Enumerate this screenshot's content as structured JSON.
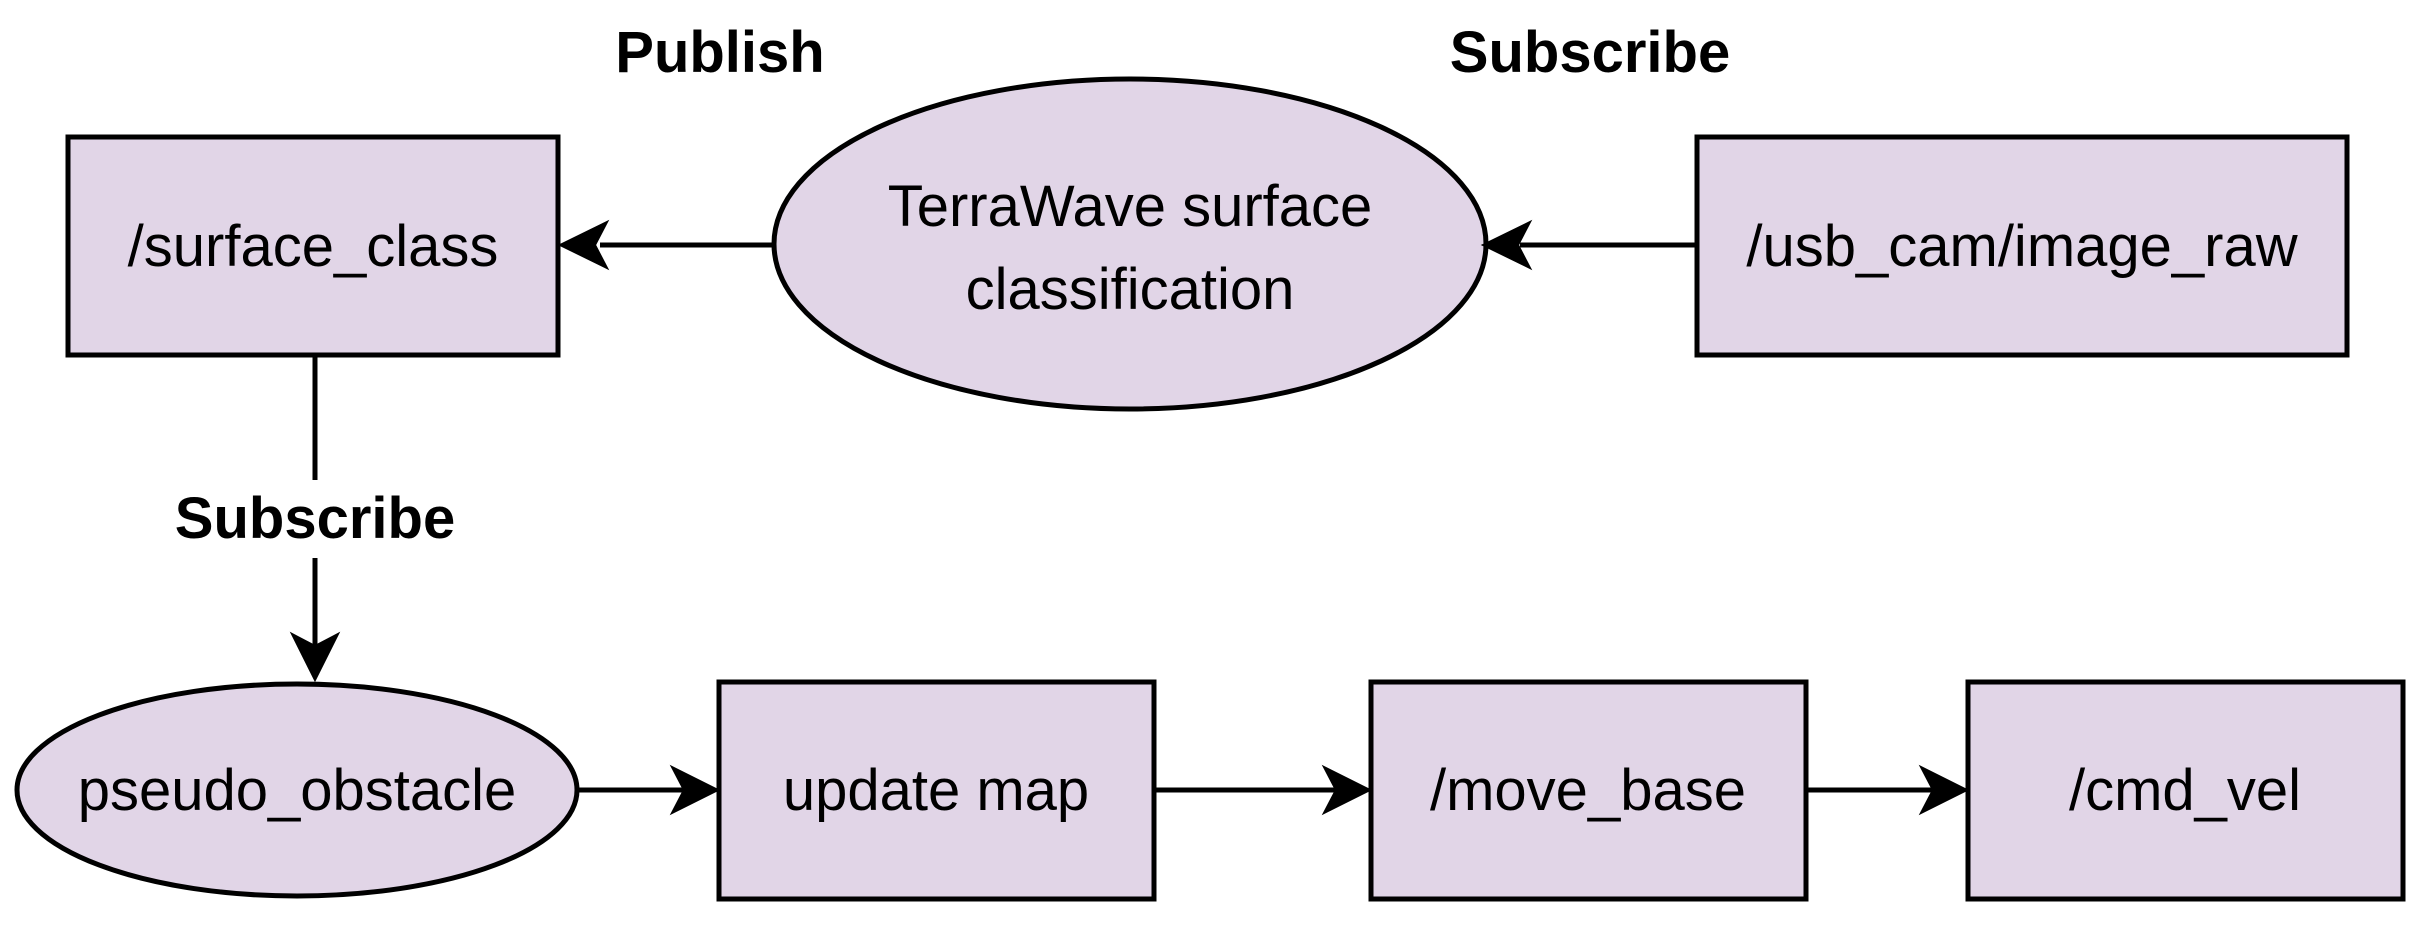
{
  "diagram": {
    "colors": {
      "node_fill": "#e1d5e7",
      "stroke": "#000000",
      "text": "#000000"
    },
    "nodes": {
      "surface_class": {
        "label": "/surface_class",
        "shape": "rectangle"
      },
      "terrawave": {
        "label_line1": "TerraWave surface",
        "label_line2": "classification",
        "shape": "ellipse"
      },
      "usb_cam": {
        "label": "/usb_cam/image_raw",
        "shape": "rectangle"
      },
      "pseudo_obstacle": {
        "label": "pseudo_obstacle",
        "shape": "ellipse"
      },
      "update_map": {
        "label": "update map",
        "shape": "rectangle"
      },
      "move_base": {
        "label": "/move_base",
        "shape": "rectangle"
      },
      "cmd_vel": {
        "label": "/cmd_vel",
        "shape": "rectangle"
      }
    },
    "edge_labels": {
      "publish": "Publish",
      "subscribe_top": "Subscribe",
      "subscribe_left": "Subscribe"
    }
  }
}
